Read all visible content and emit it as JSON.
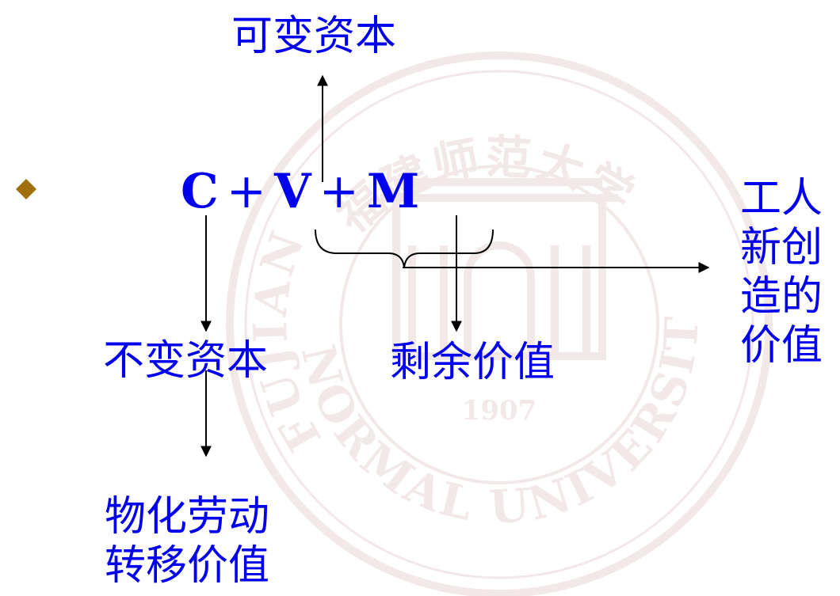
{
  "formula": {
    "c": "C",
    "plus1": "+",
    "v": "V",
    "plus2": "+",
    "m": "M"
  },
  "labels": {
    "variable_capital": "可变资本",
    "constant_capital": "不变资本",
    "surplus_value": "剩余价值",
    "new_value_lines": [
      "工人",
      "新创",
      "造的",
      "价值"
    ],
    "transferred_lines": [
      "物化劳动",
      "转移价值"
    ]
  },
  "watermark": {
    "top_text": "福建师范大学",
    "bottom_text": "NORMAL UNIVERSITY",
    "left_text": "FUJIAN",
    "year": "1907"
  },
  "colors": {
    "text": "#0000ee",
    "arrows": "#000000",
    "bullet": "#a07010",
    "watermark": "#c79a9a"
  }
}
